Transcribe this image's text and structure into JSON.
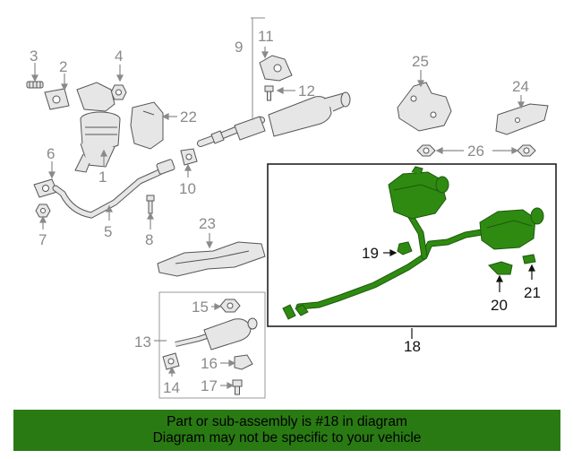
{
  "colors": {
    "highlight_part": "#2f8a12",
    "highlight_dark": "#1d5a0a",
    "banner_background": "#2a7a14",
    "part_outline": "#555555",
    "part_fill": "#e6e6e6",
    "callout_gray": "#8a8a8a",
    "callout_black": "#111111"
  },
  "callouts": {
    "c1": "1",
    "c2": "2",
    "c3": "3",
    "c4": "4",
    "c5": "5",
    "c6": "6",
    "c7": "7",
    "c8": "8",
    "c9": "9",
    "c10": "10",
    "c11": "11",
    "c12": "12",
    "c13": "13",
    "c14": "14",
    "c15": "15",
    "c16": "16",
    "c17": "17",
    "c18": "18",
    "c19": "19",
    "c20": "20",
    "c21": "21",
    "c22": "22",
    "c23": "23",
    "c24": "24",
    "c25": "25",
    "c26": "26"
  },
  "banner": {
    "line1": "Part or sub-assembly is #18 in diagram",
    "line2": "Diagram may not be specific to your vehicle"
  }
}
